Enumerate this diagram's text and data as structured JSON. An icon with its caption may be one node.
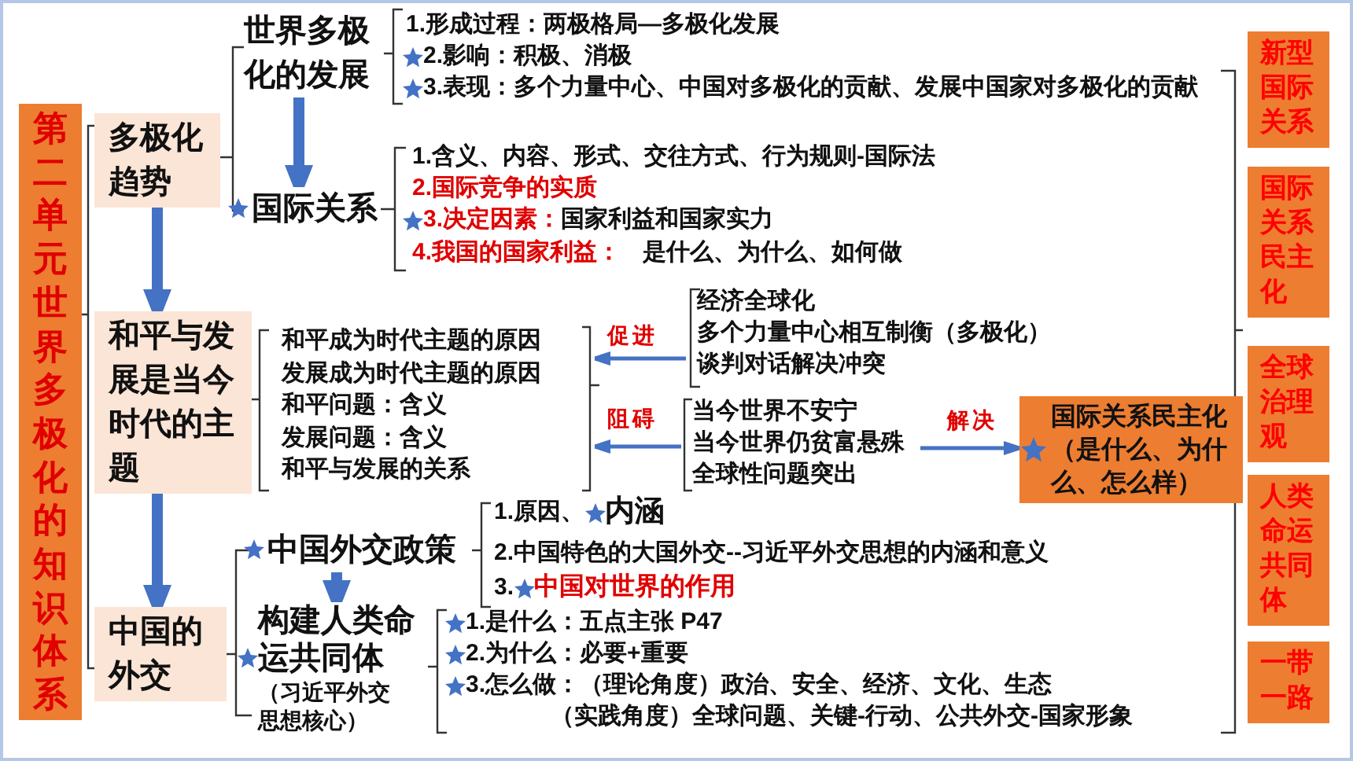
{
  "diagram": {
    "nodes": [
      {
        "text": [
          "第二单元世界多极化的知识体系"
        ]
      },
      {
        "text": [
          "多极化趋势"
        ]
      },
      {
        "text": [
          "和平与发展是当今时代的主题"
        ]
      },
      {
        "text": [
          "中国的外交"
        ]
      },
      {
        "text": [
          "世界多极化的发展"
        ]
      },
      {
        "text": [
          "国际关系"
        ]
      },
      {
        "text": [
          "中国外交政策"
        ]
      },
      {
        "text": [
          "构建人类命运共同体",
          "（习近平外交思想核心）"
        ]
      },
      {
        "text": [
          "国际关系民主化（是什么、为什么、怎么样）"
        ]
      },
      {
        "text": [
          "经济全球化",
          "多个力量中心相互制衡（多极化）",
          "谈判对话解决冲突"
        ]
      },
      {
        "text": [
          "和平成为时代主题的原因",
          "发展成为时代主题的原因",
          "和平问题：含义",
          "发展问题：含义",
          "和平与发展的关系"
        ]
      },
      {
        "text": [
          "当今世界不安宁",
          "当今世界仍贫富悬殊",
          "全球性问题突出"
        ]
      },
      {
        "text": [
          "新型国际关系"
        ]
      },
      {
        "text": [
          "国际关系民主化"
        ]
      },
      {
        "text": [
          "全球治理观"
        ]
      },
      {
        "text": [
          "人类命运共同体"
        ]
      },
      {
        "text": [
          "一带一路"
        ]
      }
    ],
    "edges": [
      {
        "from": 4,
        "to": 5,
        "arrow": "to"
      },
      {
        "from": 1,
        "to": 2,
        "arrow": "to"
      },
      {
        "from": 2,
        "to": 3,
        "arrow": "to"
      },
      {
        "from": 6,
        "to": 7,
        "arrow": "to"
      },
      {
        "from": 9,
        "to": 10,
        "arrow": "to",
        "label": "促进"
      },
      {
        "from": 11,
        "to": 10,
        "arrow": "to",
        "label": "阻碍"
      },
      {
        "from": 11,
        "to": 8,
        "arrow": "to",
        "label": "解决"
      }
    ],
    "labels": [
      "1.形成过程：两极格局—多极化发展",
      "2.影响：积极、消极",
      "3.表现：多个力量中心、中国对多极化的贡献、发展中国家对多极化的贡献",
      "1.含义、内容、形式、交往方式、行为规则-国际法",
      "2.国际竞争的实质",
      "3.决定因素：",
      "国家利益和国家实力",
      "4.我国的国家利益：",
      "是什么、为什么、如何做",
      "1.原因、",
      "内涵",
      "2.中国特色的大国外交--**习近平外交思想的内涵和意义**",
      "3.",
      "中国对世界的作用",
      "1.是什么：五点主张 P47",
      "2.为什么：必要+重要",
      "3.怎么做：（理论角度）政治、安全、经济、文化、生态",
      "（实践角度）全球问题、关键-行动、公共外交-国家形象"
    ]
  }
}
